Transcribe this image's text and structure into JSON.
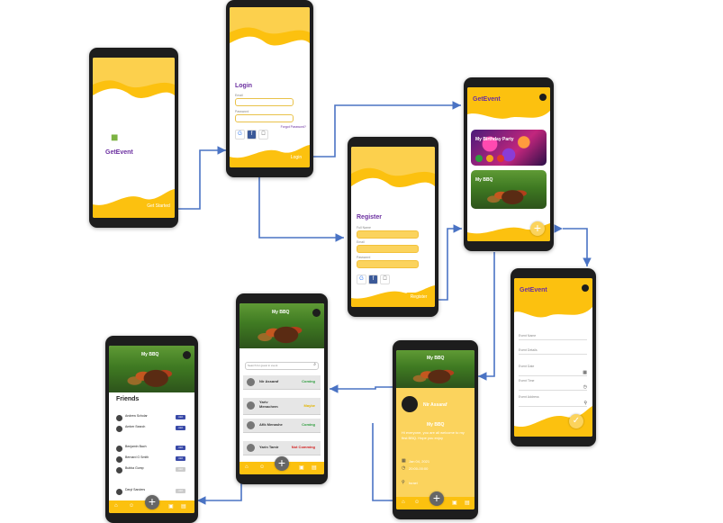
{
  "splash": {
    "title": "GetEvent",
    "get_started": "Get Started"
  },
  "login": {
    "title": "Login",
    "email_label": "Email",
    "password_label": "Password",
    "forgot": "Forgot Password?",
    "login_button": "Login",
    "social": [
      "G",
      "f",
      ""
    ]
  },
  "register": {
    "title": "Register",
    "full_name_label": "Full Name",
    "email_label": "Email",
    "password_label": "Password",
    "register_button": "Register",
    "social": [
      "G",
      "f",
      ""
    ]
  },
  "home": {
    "title": "GetEvent",
    "events": [
      "My Birthday Party",
      "My BBQ"
    ],
    "fab": "+"
  },
  "create_event": {
    "title": "GetEvent",
    "fields": [
      "Event Name",
      "Event Details",
      "Event Date",
      "Event Time",
      "Event Address"
    ],
    "confirm": "✓"
  },
  "event_detail": {
    "image_title": "My BBQ",
    "host": "Nir Assaraf",
    "event_title": "My BBQ",
    "message": "Hi everyone, you are all welcome to my first BBQ. Hope you enjoy",
    "date": "Jan 04, 2021",
    "time": "20:00-00:00",
    "location": "Israel",
    "fab": "+"
  },
  "guests": {
    "image_title": "My BBQ",
    "search_placeholder": "Search for guest in event",
    "rows": [
      {
        "name": "Nir Assaraf",
        "status": "Coming",
        "color": "#2e9e3e"
      },
      {
        "name": "Yariv Menachem",
        "status": "Maybe",
        "color": "#e2b500"
      },
      {
        "name": "Afik Menashe",
        "status": "Coming",
        "color": "#2e9e3e"
      },
      {
        "name": "Yarin Tamir",
        "status": "Not Comming",
        "color": "#d32020"
      }
    ],
    "fab": "+"
  },
  "friends": {
    "image_title": "My BBQ",
    "heading": "Friends",
    "list": [
      {
        "name": "Andrew Scholar",
        "action": "Add"
      },
      {
        "name": "Amber Search",
        "action": "Add"
      },
      {
        "name": "Benjamin Bach",
        "action": "Add"
      },
      {
        "name": "Bernard G Smith",
        "action": "Add"
      },
      {
        "name": "Bubba Gump",
        "action": "Add"
      },
      {
        "name": "Daryl Sanders",
        "action": "Add"
      }
    ],
    "fab": "+"
  },
  "colors": {
    "accent": "#fcc10f",
    "brand": "#6b2fa0",
    "arrow": "#4a73c4"
  }
}
